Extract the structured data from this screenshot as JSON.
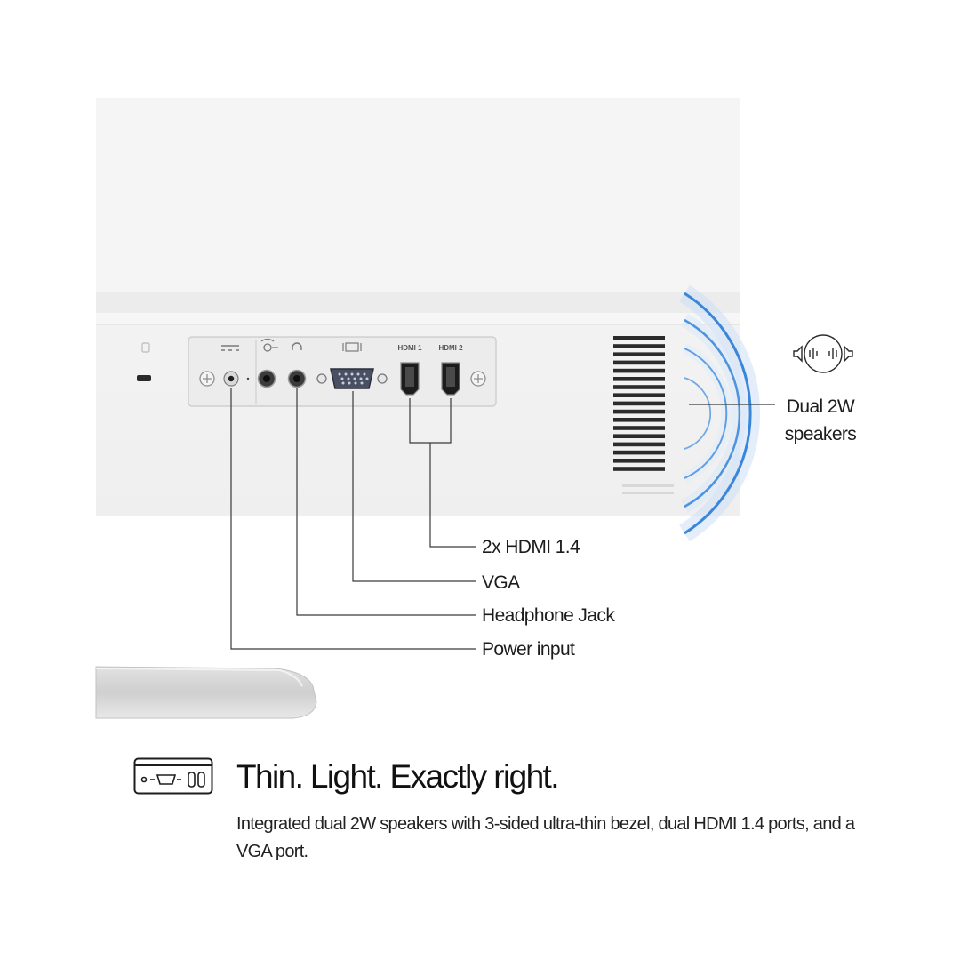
{
  "callouts": {
    "hdmi": "2x HDMI 1.4",
    "vga": "VGA",
    "headphone": "Headphone Jack",
    "power": "Power input",
    "speakers": "Dual 2W speakers"
  },
  "port_labels": {
    "hdmi_1": "HDMI 1",
    "hdmi_2": "HDMI 2"
  },
  "feature": {
    "headline": "Thin. Light. Exactly right.",
    "description": "Integrated dual 2W speakers with 3-sided ultra-thin bezel, dual HDMI 1.4 ports, and a VGA port."
  },
  "icons": {
    "speaker": "speaker-sound-icon",
    "feature": "monitor-ports-icon"
  },
  "colors": {
    "background": "#ffffff",
    "monitor_body": "#f4f4f4",
    "port_panel": "#e9e9e9",
    "sound_wave": "#2f7fd6",
    "leader_line": "#3a3a3a"
  }
}
